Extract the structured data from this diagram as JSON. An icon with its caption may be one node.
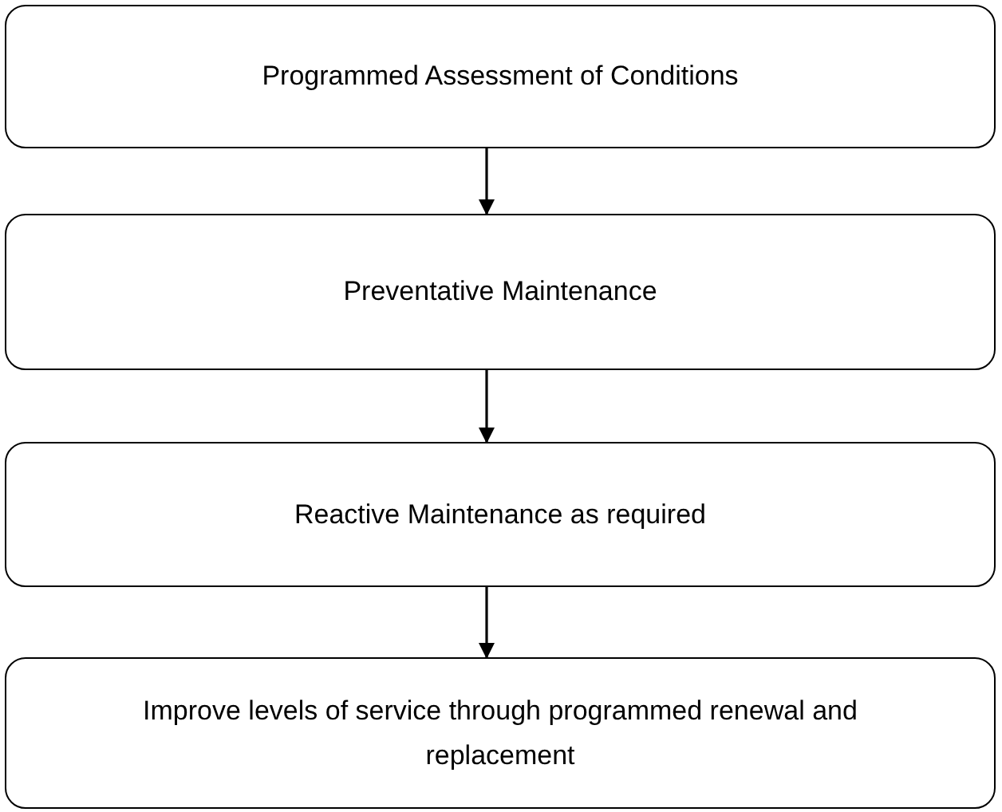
{
  "diagram": {
    "nodes": [
      {
        "text": [
          "Programmed Assessment of Conditions"
        ]
      },
      {
        "text": [
          "Preventative Maintenance"
        ]
      },
      {
        "text": [
          "Reactive Maintenance as required"
        ]
      },
      {
        "text": [
          "Improve levels of service through programmed renewal and replacement"
        ]
      }
    ],
    "edges": [
      {
        "from": 0,
        "to": 1,
        "arrow": "to"
      },
      {
        "from": 1,
        "to": 2,
        "arrow": "to"
      },
      {
        "from": 2,
        "to": 3,
        "arrow": "to"
      }
    ]
  }
}
